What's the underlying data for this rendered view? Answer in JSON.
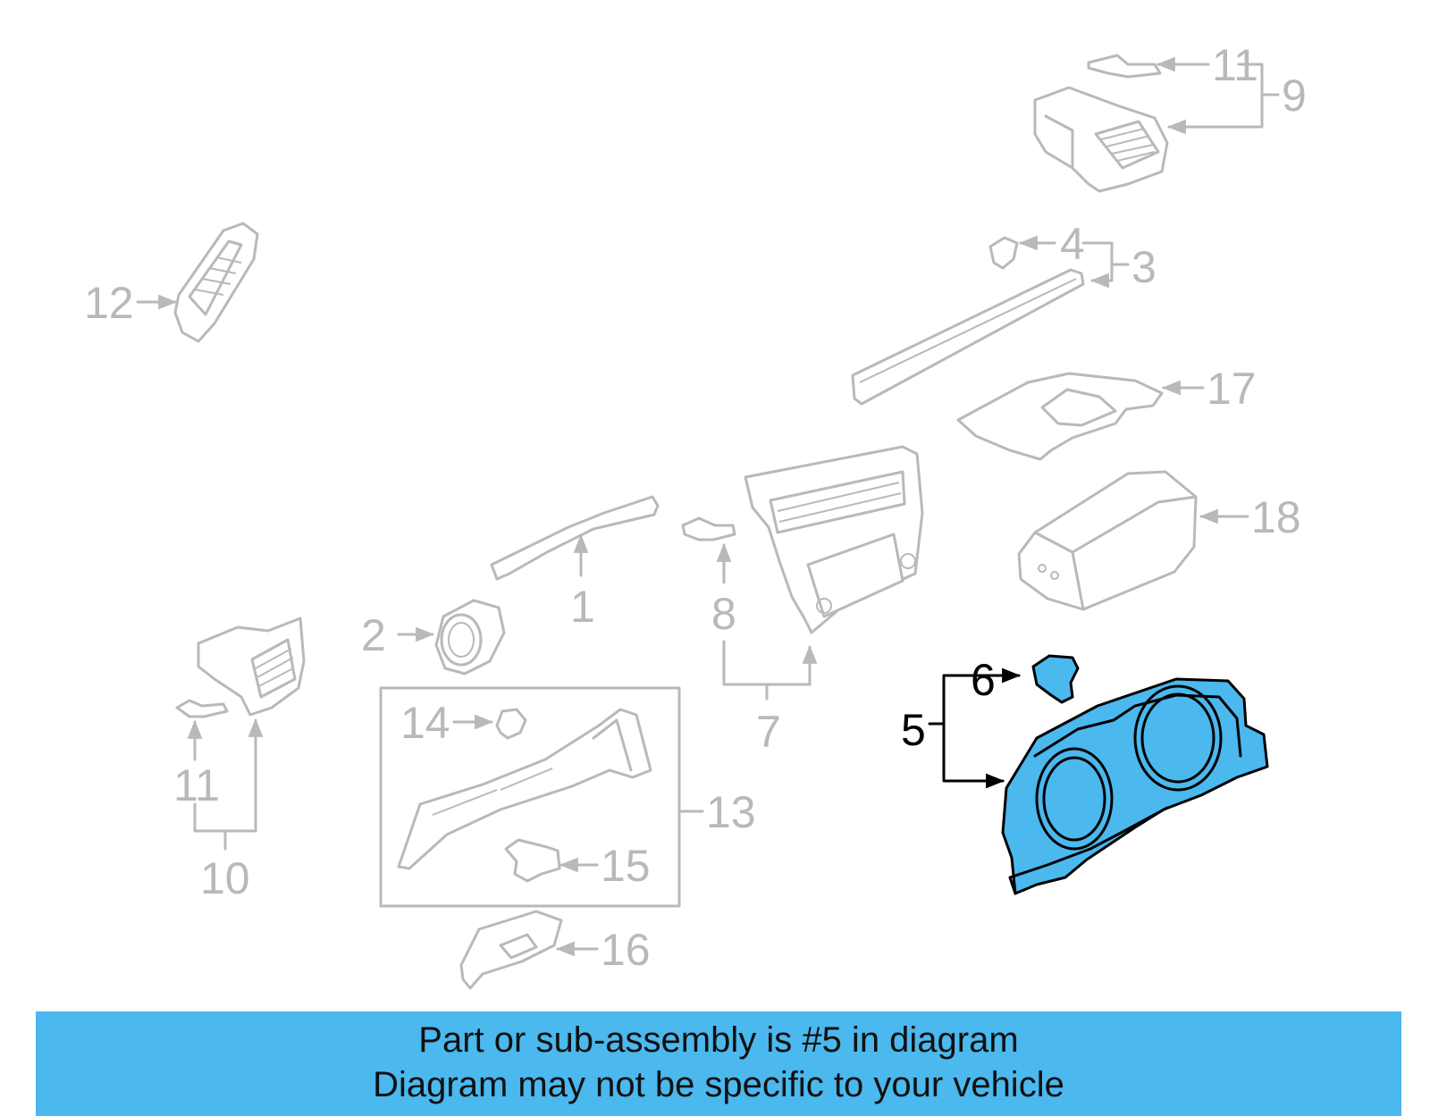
{
  "callouts": {
    "c1": "1",
    "c2": "2",
    "c3": "3",
    "c4": "4",
    "c5": "5",
    "c6": "6",
    "c7": "7",
    "c8": "8",
    "c9": "9",
    "c10": "10",
    "c11a": "11",
    "c11b": "11",
    "c12": "12",
    "c13": "13",
    "c14": "14",
    "c15": "15",
    "c16": "16",
    "c17": "17",
    "c18": "18"
  },
  "highlight": {
    "part": "5",
    "color": "#4bb8ee"
  },
  "banner": {
    "line1": "Part or sub-assembly is #5 in diagram",
    "line2": "Diagram may not be specific to your vehicle",
    "color": "#4bb8ee"
  }
}
